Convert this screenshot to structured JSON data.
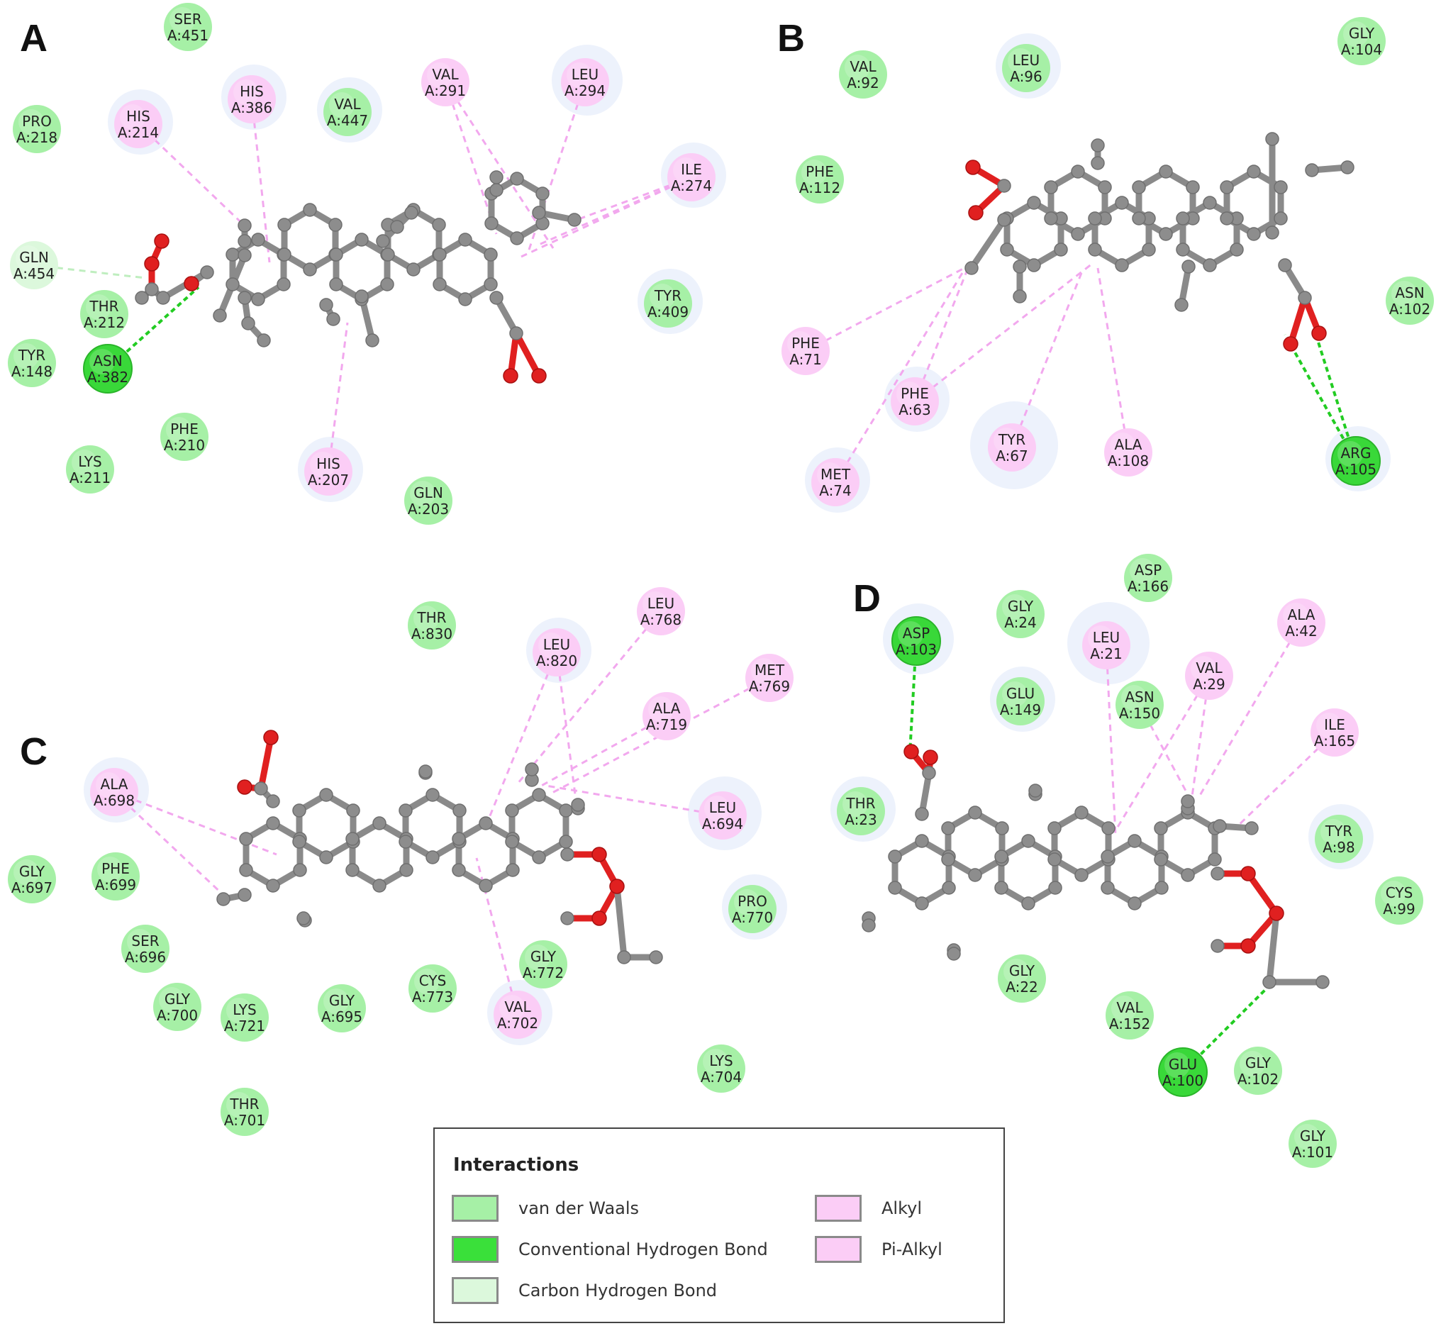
{
  "colors": {
    "vdw": "#a6f0a6",
    "hbond": "#3ae03a",
    "chbond": "#dcf8dc",
    "alkyl": "#fbcdf6",
    "pialkyl": "#fbcdf6",
    "bond_gray": "#8a8a8a",
    "oxygen": "#e02020",
    "hbond_line": "#22cc22",
    "chbond_line": "#bfeebf",
    "alkyl_line": "#f2a8ee"
  },
  "panels": [
    {
      "label": "A"
    },
    {
      "label": "B"
    },
    {
      "label": "C"
    },
    {
      "label": "D"
    }
  ],
  "residues": [
    {
      "id": "a_ser451",
      "name": "SER",
      "num": "A:451",
      "type": "vdw"
    },
    {
      "id": "a_pro218",
      "name": "PRO",
      "num": "A:218",
      "type": "vdw"
    },
    {
      "id": "a_his214",
      "name": "HIS",
      "num": "A:214",
      "type": "pialkyl"
    },
    {
      "id": "a_his386",
      "name": "HIS",
      "num": "A:386",
      "type": "pialkyl"
    },
    {
      "id": "a_val447",
      "name": "VAL",
      "num": "A:447",
      "type": "vdw"
    },
    {
      "id": "a_val291",
      "name": "VAL",
      "num": "A:291",
      "type": "alkyl"
    },
    {
      "id": "a_leu294",
      "name": "LEU",
      "num": "A:294",
      "type": "alkyl"
    },
    {
      "id": "a_ile274",
      "name": "ILE",
      "num": "A:274",
      "type": "alkyl"
    },
    {
      "id": "a_gln454",
      "name": "GLN",
      "num": "A:454",
      "type": "chbond"
    },
    {
      "id": "a_thr212",
      "name": "THR",
      "num": "A:212",
      "type": "vdw"
    },
    {
      "id": "a_tyr148",
      "name": "TYR",
      "num": "A:148",
      "type": "vdw"
    },
    {
      "id": "a_asn382",
      "name": "ASN",
      "num": "A:382",
      "type": "hbond"
    },
    {
      "id": "a_tyr409",
      "name": "TYR",
      "num": "A:409",
      "type": "vdw"
    },
    {
      "id": "a_phe210",
      "name": "PHE",
      "num": "A:210",
      "type": "vdw"
    },
    {
      "id": "a_lys211",
      "name": "LYS",
      "num": "A:211",
      "type": "vdw"
    },
    {
      "id": "a_his207",
      "name": "HIS",
      "num": "A:207",
      "type": "pialkyl"
    },
    {
      "id": "a_gln203",
      "name": "GLN",
      "num": "A:203",
      "type": "vdw"
    },
    {
      "id": "b_val92",
      "name": "VAL",
      "num": "A:92",
      "type": "vdw"
    },
    {
      "id": "b_leu96",
      "name": "LEU",
      "num": "A:96",
      "type": "vdw"
    },
    {
      "id": "b_gly104",
      "name": "GLY",
      "num": "A:104",
      "type": "vdw"
    },
    {
      "id": "b_phe112",
      "name": "PHE",
      "num": "A:112",
      "type": "vdw"
    },
    {
      "id": "b_asn102",
      "name": "ASN",
      "num": "A:102",
      "type": "vdw"
    },
    {
      "id": "b_phe71",
      "name": "PHE",
      "num": "A:71",
      "type": "pialkyl"
    },
    {
      "id": "b_phe63",
      "name": "PHE",
      "num": "A:63",
      "type": "pialkyl"
    },
    {
      "id": "b_tyr67",
      "name": "TYR",
      "num": "A:67",
      "type": "pialkyl"
    },
    {
      "id": "b_ala108",
      "name": "ALA",
      "num": "A:108",
      "type": "alkyl"
    },
    {
      "id": "b_met74",
      "name": "MET",
      "num": "A:74",
      "type": "alkyl"
    },
    {
      "id": "b_arg105",
      "name": "ARG",
      "num": "A:105",
      "type": "hbond"
    },
    {
      "id": "c_thr830",
      "name": "THR",
      "num": "A:830",
      "type": "vdw"
    },
    {
      "id": "c_leu768",
      "name": "LEU",
      "num": "A:768",
      "type": "alkyl"
    },
    {
      "id": "c_leu820",
      "name": "LEU",
      "num": "A:820",
      "type": "alkyl"
    },
    {
      "id": "c_met769",
      "name": "MET",
      "num": "A:769",
      "type": "alkyl"
    },
    {
      "id": "c_ala719",
      "name": "ALA",
      "num": "A:719",
      "type": "alkyl"
    },
    {
      "id": "c_ala698",
      "name": "ALA",
      "num": "A:698",
      "type": "alkyl"
    },
    {
      "id": "c_leu694",
      "name": "LEU",
      "num": "A:694",
      "type": "alkyl"
    },
    {
      "id": "c_gly697",
      "name": "GLY",
      "num": "A:697",
      "type": "vdw"
    },
    {
      "id": "c_phe699",
      "name": "PHE",
      "num": "A:699",
      "type": "vdw"
    },
    {
      "id": "c_pro770",
      "name": "PRO",
      "num": "A:770",
      "type": "vdw"
    },
    {
      "id": "c_ser696",
      "name": "SER",
      "num": "A:696",
      "type": "vdw"
    },
    {
      "id": "c_gly772",
      "name": "GLY",
      "num": "A:772",
      "type": "vdw"
    },
    {
      "id": "c_gly700",
      "name": "GLY",
      "num": "A:700",
      "type": "vdw"
    },
    {
      "id": "c_lys721",
      "name": "LYS",
      "num": "A:721",
      "type": "vdw"
    },
    {
      "id": "c_gly695",
      "name": "GLY",
      "num": "A:695",
      "type": "vdw"
    },
    {
      "id": "c_cys773",
      "name": "CYS",
      "num": "A:773",
      "type": "vdw"
    },
    {
      "id": "c_val702",
      "name": "VAL",
      "num": "A:702",
      "type": "alkyl"
    },
    {
      "id": "c_lys704",
      "name": "LYS",
      "num": "A:704",
      "type": "vdw"
    },
    {
      "id": "c_thr701",
      "name": "THR",
      "num": "A:701",
      "type": "vdw"
    },
    {
      "id": "d_asp166",
      "name": "ASP",
      "num": "A:166",
      "type": "vdw"
    },
    {
      "id": "d_gly24",
      "name": "GLY",
      "num": "A:24",
      "type": "vdw"
    },
    {
      "id": "d_asp103",
      "name": "ASP",
      "num": "A:103",
      "type": "hbond"
    },
    {
      "id": "d_leu21",
      "name": "LEU",
      "num": "A:21",
      "type": "alkyl"
    },
    {
      "id": "d_ala42",
      "name": "ALA",
      "num": "A:42",
      "type": "alkyl"
    },
    {
      "id": "d_glu149",
      "name": "GLU",
      "num": "A:149",
      "type": "vdw"
    },
    {
      "id": "d_asn150",
      "name": "ASN",
      "num": "A:150",
      "type": "vdw"
    },
    {
      "id": "d_val29",
      "name": "VAL",
      "num": "A:29",
      "type": "alkyl"
    },
    {
      "id": "d_ile165",
      "name": "ILE",
      "num": "A:165",
      "type": "alkyl"
    },
    {
      "id": "d_thr23",
      "name": "THR",
      "num": "A:23",
      "type": "vdw"
    },
    {
      "id": "d_tyr98",
      "name": "TYR",
      "num": "A:98",
      "type": "vdw"
    },
    {
      "id": "d_cys99",
      "name": "CYS",
      "num": "A:99",
      "type": "vdw"
    },
    {
      "id": "d_gly22",
      "name": "GLY",
      "num": "A:22",
      "type": "vdw"
    },
    {
      "id": "d_val152",
      "name": "VAL",
      "num": "A:152",
      "type": "vdw"
    },
    {
      "id": "d_glu100",
      "name": "GLU",
      "num": "A:100",
      "type": "hbond"
    },
    {
      "id": "d_gly102",
      "name": "GLY",
      "num": "A:102",
      "type": "vdw"
    },
    {
      "id": "d_gly101",
      "name": "GLY",
      "num": "A:101",
      "type": "vdw"
    }
  ],
  "legend": {
    "title": "Interactions",
    "items": [
      {
        "label": "van der Waals",
        "type": "vdw"
      },
      {
        "label": "Conventional Hydrogen Bond",
        "type": "hbond"
      },
      {
        "label": "Carbon Hydrogen Bond",
        "type": "chbond"
      },
      {
        "label": "Alkyl",
        "type": "alkyl"
      },
      {
        "label": "Pi-Alkyl",
        "type": "pialkyl"
      }
    ]
  }
}
